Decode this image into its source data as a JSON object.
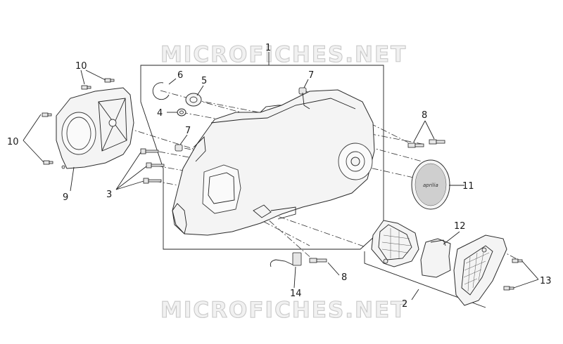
{
  "watermark": {
    "text_top": "MICROFICHES.NET",
    "text_bottom": "MICROFICHES.NET"
  },
  "callouts": [
    {
      "id": "1",
      "label": "1"
    },
    {
      "id": "2",
      "label": "2"
    },
    {
      "id": "3",
      "label": "3"
    },
    {
      "id": "4",
      "label": "4"
    },
    {
      "id": "5",
      "label": "5"
    },
    {
      "id": "6",
      "label": "6"
    },
    {
      "id": "7a",
      "label": "7"
    },
    {
      "id": "7b",
      "label": "7"
    },
    {
      "id": "8a",
      "label": "8"
    },
    {
      "id": "8b",
      "label": "8"
    },
    {
      "id": "9",
      "label": "9"
    },
    {
      "id": "10a",
      "label": "10"
    },
    {
      "id": "10b",
      "label": "10"
    },
    {
      "id": "11",
      "label": "11"
    },
    {
      "id": "12",
      "label": "12"
    },
    {
      "id": "13",
      "label": "13"
    },
    {
      "id": "14",
      "label": "14"
    }
  ],
  "brand_badge": "aprilia"
}
